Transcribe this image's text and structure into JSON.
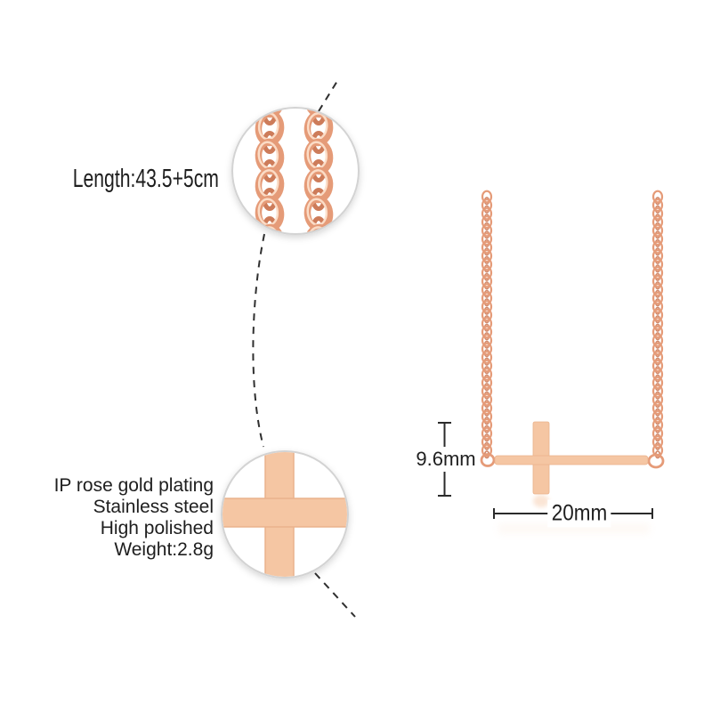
{
  "product": {
    "length_label": "Length:43.5+5cm",
    "specs": [
      "IP rose gold plating",
      "Stainless steel",
      "High polished",
      "Weight:2.8g"
    ],
    "dimensions": {
      "height": "9.6mm",
      "width": "20mm"
    }
  },
  "callouts": {
    "top": "chain-detail-magnified",
    "bottom": "cross-detail-magnified"
  },
  "colors": {
    "background": "#ffffff",
    "text": "#1e1e1e",
    "dimension_line": "#2b2b2b",
    "dashed_leader": "#2f2f2f",
    "callout_border": "#d3d3d3",
    "callout_fill": "#ffffff",
    "rose_gold": "#e59b78",
    "rose_gold_light": "#fcdfca",
    "rose_gold_dark": "#cd7c5a",
    "pendant_fill": "#f5c6a3",
    "pendant_edge": "#eab28c"
  }
}
